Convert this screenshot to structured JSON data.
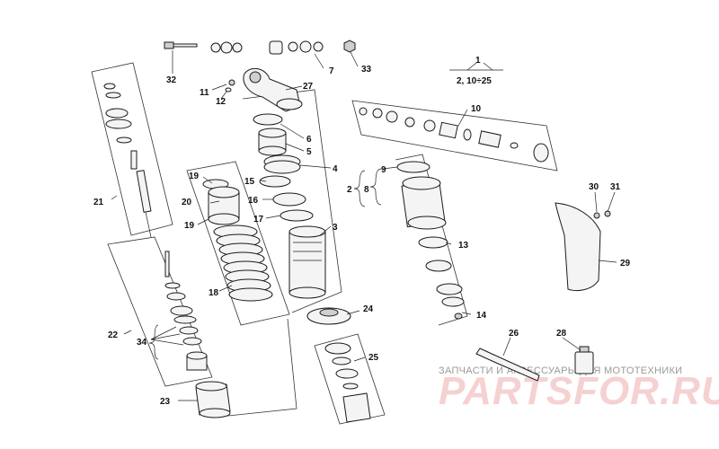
{
  "diagram": {
    "type": "exploded-parts-diagram",
    "subject": "rear shock absorber assembly",
    "callouts": {
      "c1": "1",
      "c1_sub": "2, 10÷25",
      "c2": "2",
      "c3": "3",
      "c4": "4",
      "c5": "5",
      "c6": "6",
      "c7": "7",
      "c8": "8",
      "c9": "9",
      "c10": "10",
      "c11": "11",
      "c12": "12",
      "c13": "13",
      "c14": "14",
      "c15": "15",
      "c16": "16",
      "c17": "17",
      "c18": "18",
      "c19a": "19",
      "c19b": "19",
      "c20": "20",
      "c21": "21",
      "c22": "22",
      "c23": "23",
      "c24": "24",
      "c25": "25",
      "c26": "26",
      "c27": "27",
      "c28": "28",
      "c29": "29",
      "c30": "30",
      "c31": "31",
      "c32": "32",
      "c33": "33",
      "c34": "34"
    }
  },
  "watermark": {
    "caption": "ЗАПЧАСТИ И АКСЕССУАРЫ ДЛЯ МОТОТЕХНИКИ",
    "logo": "PARTSFOR.RU"
  }
}
